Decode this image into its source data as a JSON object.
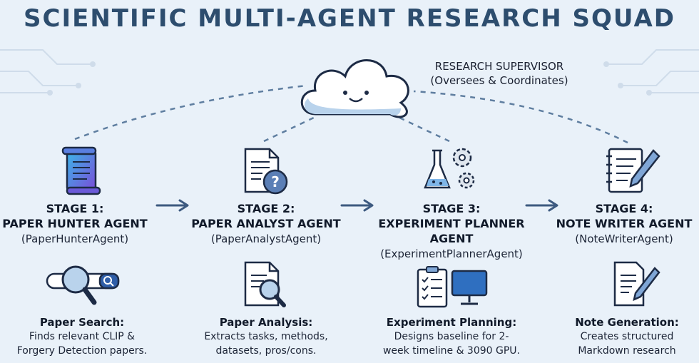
{
  "title": "SCIENTIFIC MULTI-AGENT RESEARCH SQUAD",
  "supervisor": {
    "name": "RESEARCH SUPERVISOR",
    "role": "(Oversees & Coordinates)"
  },
  "stages": [
    {
      "stage": "STAGE 1:",
      "agent": "PAPER HUNTER AGENT",
      "class_name": "(PaperHunterAgent)",
      "icon": "scroll-icon"
    },
    {
      "stage": "STAGE 2:",
      "agent": "PAPER ANALYST AGENT",
      "class_name": "(PaperAnalystAgent)",
      "icon": "document-question-icon"
    },
    {
      "stage": "STAGE 3:",
      "agent": "EXPERIMENT PLANNER AGENT",
      "class_name": "(ExperimentPlannerAgent)",
      "icon": "flask-gears-icon"
    },
    {
      "stage": "STAGE 4:",
      "agent": "NOTE WRITER AGENT",
      "class_name": "(NoteWriterAgent)",
      "icon": "notebook-pen-icon"
    }
  ],
  "features": [
    {
      "heading": "Paper Search:",
      "line1": "Finds relevant CLIP &",
      "line2": "Forgery Detection papers.",
      "icon": "magnifier-search-icon"
    },
    {
      "heading": "Paper Analysis:",
      "line1": "Extracts tasks, methods,",
      "line2": "datasets, pros/cons.",
      "icon": "document-magnifier-icon"
    },
    {
      "heading": "Experiment Planning:",
      "line1": "Designs baseline for 2-",
      "line2": "week timeline & 3090 GPU.",
      "icon": "checklist-monitor-icon"
    },
    {
      "heading": "Note Generation:",
      "line1": "Creates structured",
      "line2": "Markdown research",
      "icon": "document-pen-icon"
    }
  ],
  "colors": {
    "title": "#2d4d6e",
    "background": "#e9f1f9",
    "accent": "#3d5a80"
  }
}
